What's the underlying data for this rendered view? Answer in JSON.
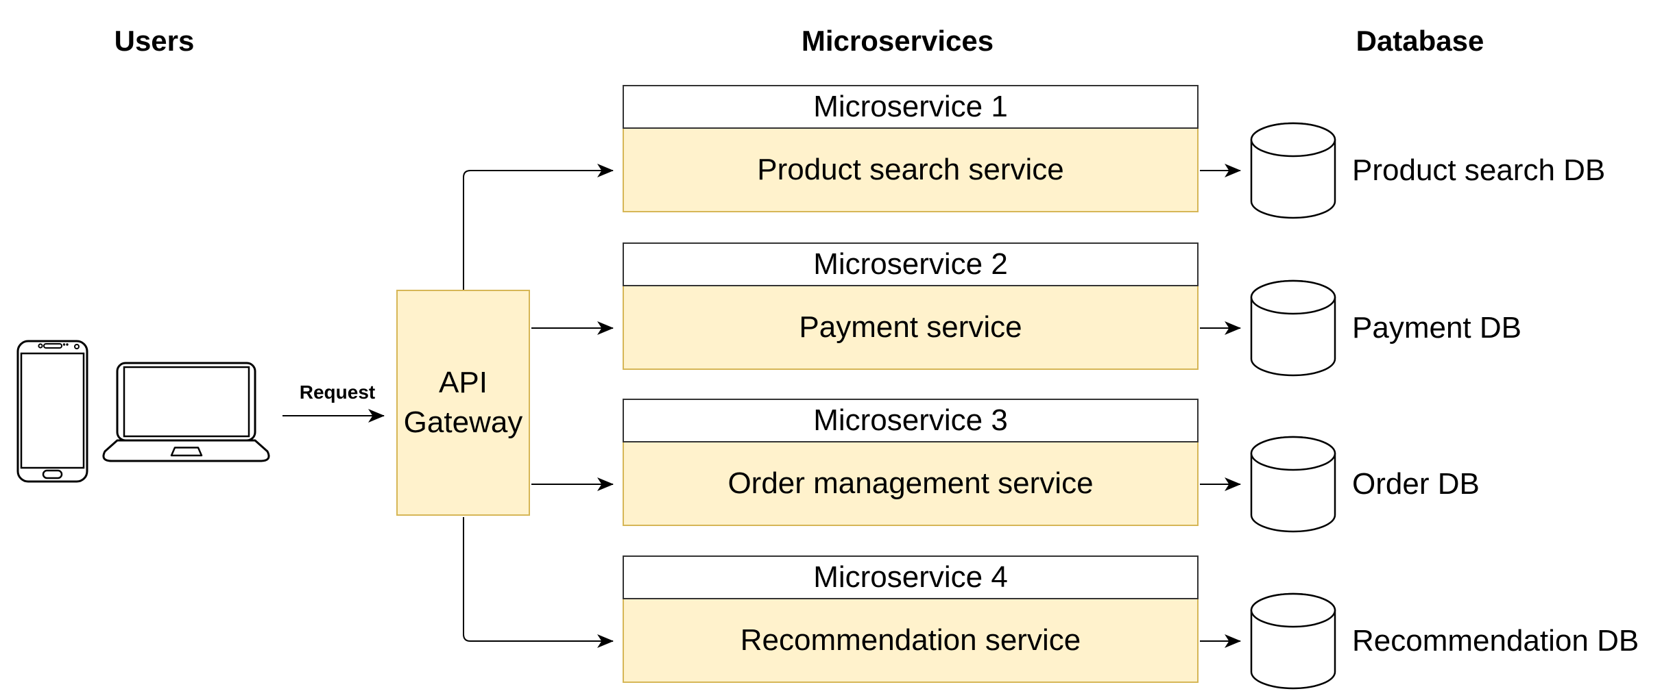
{
  "headers": {
    "users": "Users",
    "microservices": "Microservices",
    "database": "Database"
  },
  "users": {
    "request_label": "Request",
    "device_icons": [
      "smartphone-icon",
      "laptop-icon"
    ]
  },
  "gateway": {
    "line1": "API",
    "line2": "Gateway"
  },
  "services": [
    {
      "title": "Microservice 1",
      "service": "Product search service",
      "db": "Product search DB"
    },
    {
      "title": "Microservice 2",
      "service": "Payment service",
      "db": "Payment DB"
    },
    {
      "title": "Microservice 3",
      "service": "Order management service",
      "db": "Order DB"
    },
    {
      "title": "Microservice 4",
      "service": "Recommendation service",
      "db": "Recommendation DB"
    }
  ],
  "icons": {
    "database": "database-cylinder-icon"
  },
  "colors": {
    "box_fill": "#FFF2CC",
    "box_stroke": "#D6B656",
    "title_box_stroke": "#333333",
    "connector": "#000000",
    "text": "#000000",
    "background": "#FFFFFF"
  }
}
